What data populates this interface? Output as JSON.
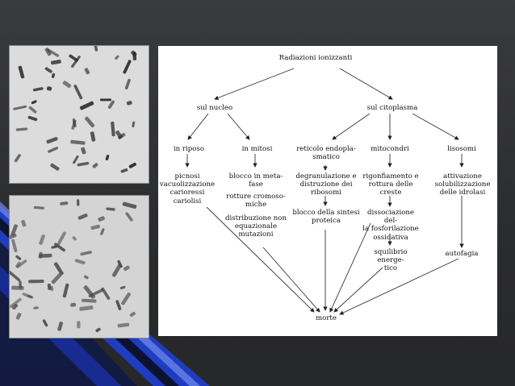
{
  "slide": {
    "background": "#2e2f31",
    "accent": "#1f3fd0"
  },
  "diagram": {
    "root": "Radiazioni ionizzanti",
    "branch_nucleus": "sul nucleo",
    "branch_cytoplasm": "sul citoplasma",
    "nucleus_rest": "in riposo",
    "nucleus_mitosis": "in mitosi",
    "cyto_reticulum": "reticolo endopla-\nsmatico",
    "cyto_mitochondria": "mitocondri",
    "cyto_lysosomes": "lisosomi",
    "rest_effects": "picnosi\nvacuolizzazione\ncarioressi\ncariolisi",
    "mitosis_block": "blocco  in  meta-\nfase",
    "mitosis_breaks": "rotture  cromoso-\nmiche",
    "mitosis_distribution": "distribuzione non\nequazionale\nmutazioni",
    "reticulum_degranulation": "degranulazione e\ndistruzione dei\nribosomi",
    "reticulum_block": "blocco della sintesi\nproteica",
    "mito_swelling": "rigonfiamento   e\nrottura delle\ncreste",
    "mito_dissociation": "dissociazione del-\nla  fosforilazione\nossidativa",
    "mito_imbalance": "squilibrio energe-\ntico",
    "lyso_activation": "attivazione\nsolubilizzazione\ndelle idrolasi",
    "lyso_autophagy": "autofagia",
    "death": "morte"
  }
}
